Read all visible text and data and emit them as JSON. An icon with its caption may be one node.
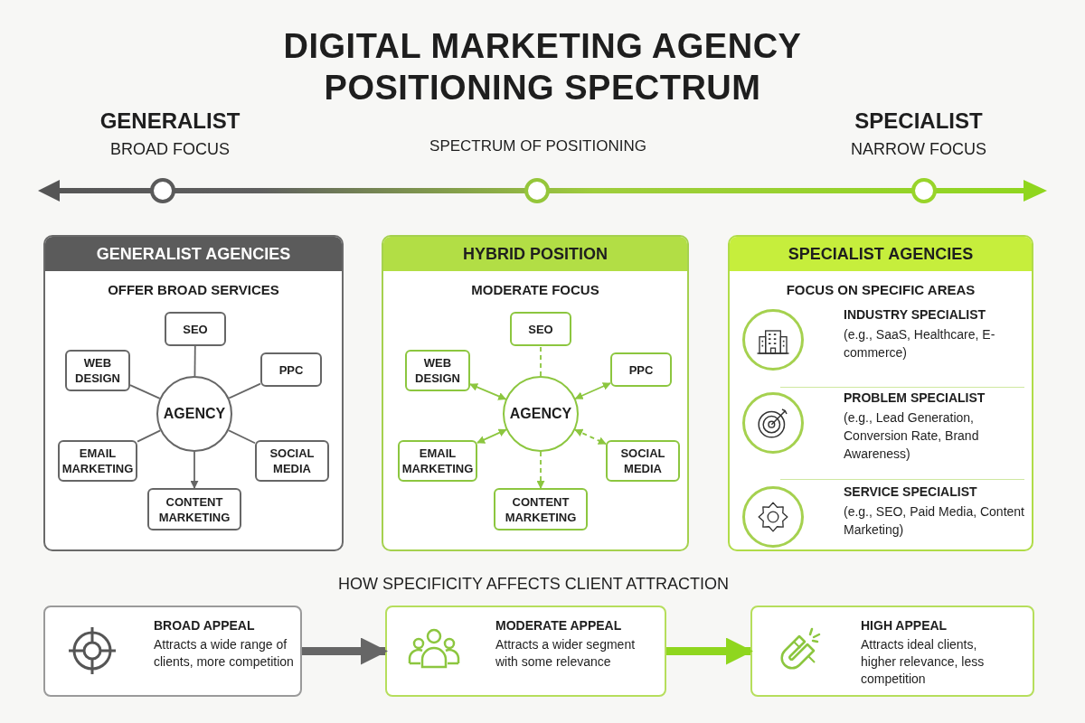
{
  "diagram": {
    "title": "DIGITAL MARKETING AGENCY POSITIONING SPECTRUM",
    "nodes": [
      {
        "text": [
          "GENERALIST AGENCIES",
          "OFFER BROAD SERVICES"
        ]
      },
      {
        "text": [
          "AGENCY"
        ],
        "in": 0
      },
      {
        "text": [
          "SEO"
        ],
        "in": 0
      },
      {
        "text": [
          "WEB DESIGN"
        ],
        "in": 0
      },
      {
        "text": [
          "PPC"
        ],
        "in": 0
      },
      {
        "text": [
          "EMAIL MARKETING"
        ],
        "in": 0
      },
      {
        "text": [
          "SOCIAL MEDIA"
        ],
        "in": 0
      },
      {
        "text": [
          "CONTENT MARKETING"
        ],
        "in": 0
      },
      {
        "text": [
          "HYBRID POSITION",
          "MODERATE FOCUS"
        ]
      },
      {
        "text": [
          "AGENCY"
        ],
        "in": 8
      },
      {
        "text": [
          "SEO"
        ],
        "in": 8
      },
      {
        "text": [
          "WEB DESIGN"
        ],
        "in": 8
      },
      {
        "text": [
          "PPC"
        ],
        "in": 8
      },
      {
        "text": [
          "EMAIL MARKETING"
        ],
        "in": 8
      },
      {
        "text": [
          "SOCIAL MEDIA"
        ],
        "in": 8
      },
      {
        "text": [
          "CONTENT MARKETING"
        ],
        "in": 8
      },
      {
        "text": [
          "SPECIALIST AGENCIES",
          "FOCUS ON SPECIFIC AREAS"
        ]
      },
      {
        "text": [
          "INDUSTRY SPECIALIST",
          "(e.g., SaaS, Healthcare, E-commerce)"
        ],
        "in": 16
      },
      {
        "text": [
          "PROBLEM SPECIALIST",
          "(e.g., Lead Generation, Conversion Rate, Brand Awareness)"
        ],
        "in": 16
      },
      {
        "text": [
          "SERVICE SPECIALIST",
          "(e.g., SEO, Paid Media, Content Marketing)"
        ],
        "in": 16
      },
      {
        "text": [
          "BROAD APPEAL",
          "Attracts a wide range of clients, more competition"
        ]
      },
      {
        "text": [
          "MODERATE APPEAL",
          "Attracts a wider segment with some relevance"
        ]
      },
      {
        "text": [
          "HIGH APPEAL",
          "Attracts ideal clients, higher relevance, less competition"
        ]
      }
    ],
    "edges": [
      {
        "from": 1,
        "to": 2,
        "arrow": "none"
      },
      {
        "from": 1,
        "to": 3,
        "arrow": "none"
      },
      {
        "from": 1,
        "to": 4,
        "arrow": "none"
      },
      {
        "from": 1,
        "to": 5,
        "arrow": "none"
      },
      {
        "from": 1,
        "to": 6,
        "arrow": "none"
      },
      {
        "from": 1,
        "to": 7,
        "arrow": "to"
      },
      {
        "from": 9,
        "to": 10,
        "arrow": "none",
        "style": "dashed",
        "color": "#8cc63f"
      },
      {
        "from": 9,
        "to": 11,
        "arrow": "both",
        "color": "#8cc63f"
      },
      {
        "from": 9,
        "to": 12,
        "arrow": "both",
        "color": "#8cc63f"
      },
      {
        "from": 9,
        "to": 13,
        "arrow": "both",
        "color": "#8cc63f"
      },
      {
        "from": 9,
        "to": 14,
        "arrow": "both",
        "style": "dashed",
        "color": "#8cc63f"
      },
      {
        "from": 9,
        "to": 15,
        "arrow": "to",
        "style": "dashed",
        "color": "#8cc63f"
      },
      {
        "from": 20,
        "to": 21,
        "arrow": "to",
        "style": "thick"
      },
      {
        "from": 21,
        "to": 22,
        "arrow": "to",
        "style": "thick",
        "color": "#8fd61e"
      }
    ],
    "labels": [
      "GENERALIST",
      "SPECIALIST",
      "BROAD FOCUS",
      "SPECTRUM OF POSITIONING",
      "NARROW FOCUS",
      "HOW SPECIFICITY AFFECTS CLIENT ATTRACTION"
    ]
  }
}
